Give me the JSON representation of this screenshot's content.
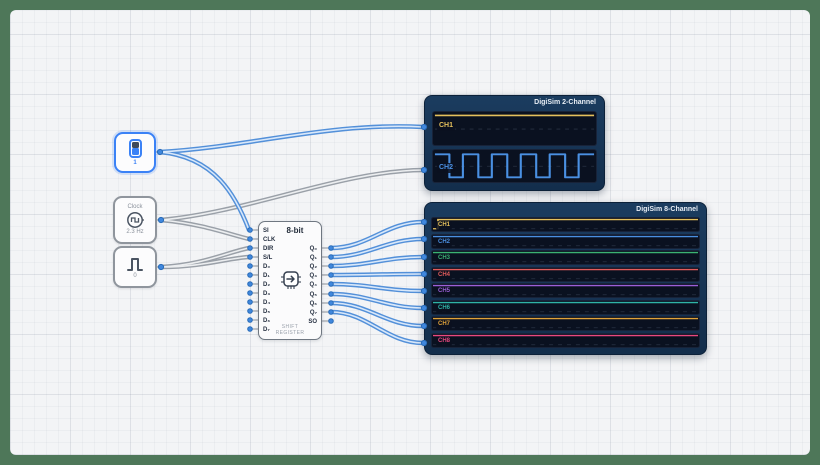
{
  "frame": {
    "border_color": "#4e7759",
    "canvas_color": "#f3f4f6"
  },
  "components": {
    "switch": {
      "label": "1",
      "accent": "#3b82f6"
    },
    "clock": {
      "title": "Clock",
      "frequency": "2.3 Hz"
    },
    "pulse": {
      "label": "0"
    },
    "register": {
      "title": "8-bit",
      "caption_line1": "SHIFT",
      "caption_line2": "REGISTER",
      "left_pins": [
        "SI",
        "CLK",
        "DIR",
        "S/L",
        "D₀",
        "D₁",
        "D₂",
        "D₃",
        "D₄",
        "D₅",
        "D₆",
        "D₇"
      ],
      "right_pins": [
        "Q₀",
        "Q₁",
        "Q₂",
        "Q₃",
        "Q₄",
        "Q₅",
        "Q₆",
        "Q₇",
        "SO"
      ]
    }
  },
  "scope2": {
    "title": "DigiSim 2-Channel",
    "channels": [
      {
        "label": "CH1",
        "color": "#e4c05c",
        "signal": "constant-high"
      },
      {
        "label": "CH2",
        "color": "#4a90e2",
        "signal": "clock-square-wave"
      }
    ]
  },
  "scope8": {
    "title": "DigiSim 8-Channel",
    "channels": [
      {
        "label": "CH1",
        "color": "#e4c05c",
        "signal": "rise-then-high"
      },
      {
        "label": "CH2",
        "color": "#4a8fe0",
        "signal": "high"
      },
      {
        "label": "CH3",
        "color": "#3bb273",
        "signal": "high"
      },
      {
        "label": "CH4",
        "color": "#e25c5c",
        "signal": "high"
      },
      {
        "label": "CH5",
        "color": "#9b5fd6",
        "signal": "high"
      },
      {
        "label": "CH6",
        "color": "#2fb3a6",
        "signal": "high"
      },
      {
        "label": "CH7",
        "color": "#e0a23a",
        "signal": "high"
      },
      {
        "label": "CH8",
        "color": "#e8487f",
        "signal": "high"
      }
    ]
  },
  "wires": {
    "active": "#5390d9",
    "active_core": "#d9e8fa",
    "inactive": "#9aa0a8",
    "inactive_core": "#eceef0",
    "port_fill": "#3f87dd",
    "port_stroke": "#2a6cb8"
  }
}
